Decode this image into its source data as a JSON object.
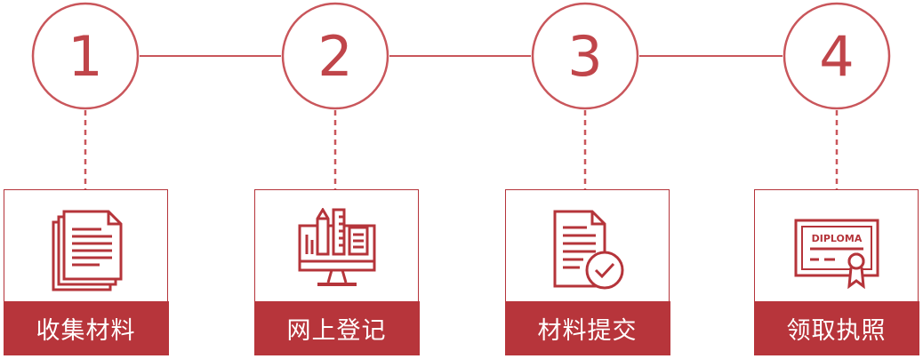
{
  "colors": {
    "accent": "#b7353b",
    "circle_stroke": "#c9565b",
    "circle_text": "#c0454a"
  },
  "steps": [
    {
      "number": "1",
      "label": "收集材料",
      "icon": "documents-stack-icon"
    },
    {
      "number": "2",
      "label": "网上登记",
      "icon": "monitor-stationery-icon"
    },
    {
      "number": "3",
      "label": "材料提交",
      "icon": "document-check-icon"
    },
    {
      "number": "4",
      "label": "领取执照",
      "icon": "diploma-certificate-icon",
      "icon_text": "DIPLOMA"
    }
  ]
}
